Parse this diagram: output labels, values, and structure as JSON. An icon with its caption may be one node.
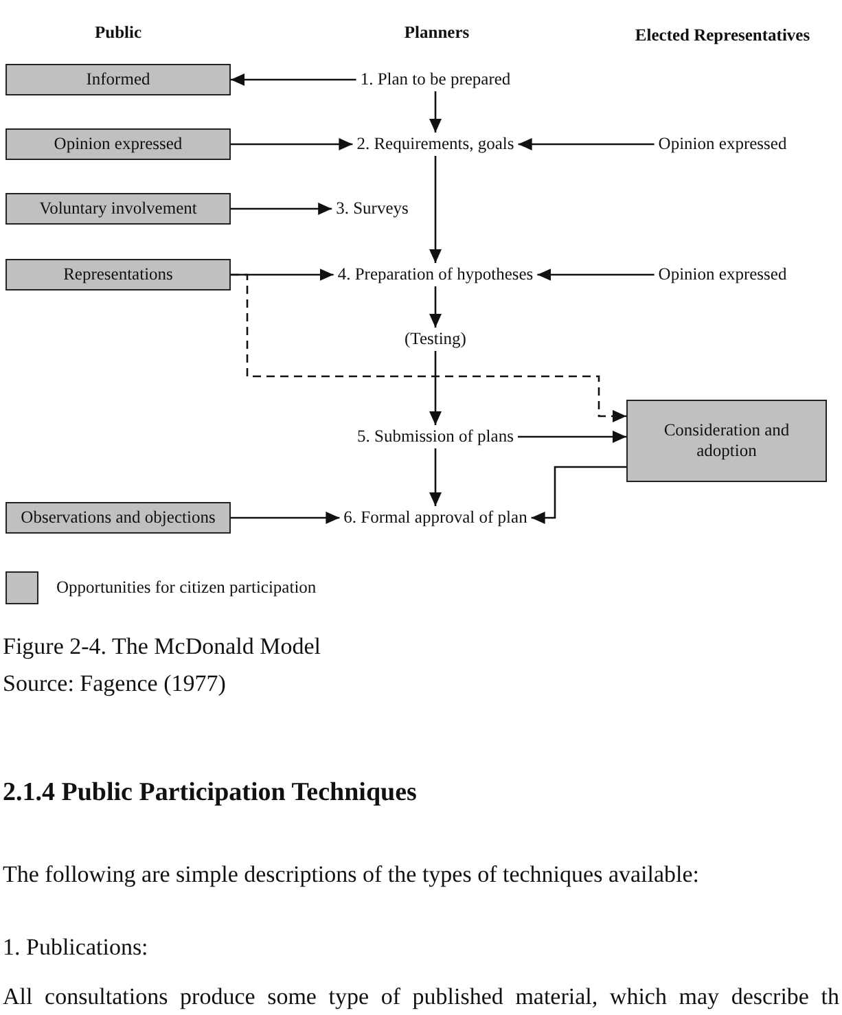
{
  "diagram": {
    "caption": "Figure 2-4. The McDonald Model",
    "nodes": [
      {
        "text": [
          "Informed"
        ]
      },
      {
        "text": [
          "1. Plan to be prepared"
        ]
      },
      {
        "text": [
          "Opinion expressed"
        ]
      },
      {
        "text": [
          "2. Requirements, goals"
        ]
      },
      {
        "text": [
          "Opinion expressed"
        ]
      },
      {
        "text": [
          "Voluntary involvement"
        ]
      },
      {
        "text": [
          "3. Surveys"
        ]
      },
      {
        "text": [
          "Representations"
        ]
      },
      {
        "text": [
          "4. Preparation of hypotheses"
        ]
      },
      {
        "text": [
          "Opinion expressed"
        ]
      },
      {
        "text": [
          "(Testing)"
        ]
      },
      {
        "text": [
          "5. Submission of plans"
        ]
      },
      {
        "text": [
          "Consideration and adoption"
        ]
      },
      {
        "text": [
          "Observations and objections"
        ]
      },
      {
        "text": [
          "6. Formal approval of plan"
        ]
      }
    ],
    "edges": [
      {
        "from": 1,
        "to": 0,
        "arrow": "to"
      },
      {
        "from": 1,
        "to": 3,
        "arrow": "to"
      },
      {
        "from": 2,
        "to": 3,
        "arrow": "to"
      },
      {
        "from": 4,
        "to": 3,
        "arrow": "to"
      },
      {
        "from": 5,
        "to": 6,
        "arrow": "to"
      },
      {
        "from": 3,
        "to": 8,
        "arrow": "to"
      },
      {
        "from": 7,
        "to": 8,
        "arrow": "to"
      },
      {
        "from": 8,
        "to": 10,
        "arrow": "to"
      },
      {
        "from": 9,
        "to": 8,
        "arrow": "to"
      },
      {
        "from": 7,
        "to": 12,
        "arrow": "to",
        "style": "dashed"
      },
      {
        "from": 10,
        "to": 11,
        "arrow": "to"
      },
      {
        "from": 11,
        "to": 12,
        "arrow": "to"
      },
      {
        "from": 12,
        "to": 14,
        "arrow": "to"
      },
      {
        "from": 13,
        "to": 14,
        "arrow": "to"
      },
      {
        "from": 11,
        "to": 14,
        "arrow": "to"
      }
    ],
    "labels": [
      "Public",
      "Planners",
      "Elected Representatives",
      "Source: Fagence (1977)",
      "2.1.4 Public Participation Techniques",
      "The following are simple descriptions of the types of techniques available:",
      "1. Publications:",
      "All consultations produce some type of published material, which may describe th"
    ],
    "legend": [
      {
        "text": "Opportunities for citizen participation",
        "color": "#c0c0c0"
      }
    ]
  }
}
